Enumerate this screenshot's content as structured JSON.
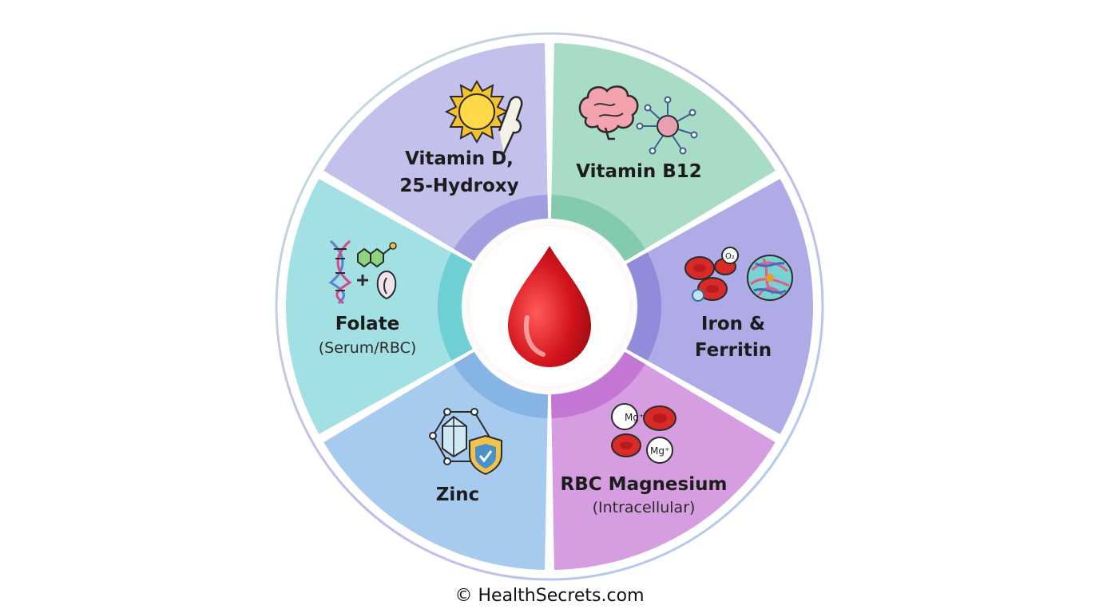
{
  "segments": [
    {
      "key": "vitd",
      "title_lines": [
        "Vitamin D,",
        "25-Hydroxy"
      ],
      "subtitle": "",
      "color": "#a8dcc7",
      "accent": "#7ec8a9",
      "icon": "sun-bone-icon"
    },
    {
      "key": "b12",
      "title_lines": [
        "Vitamin B12"
      ],
      "subtitle": "",
      "color": "#aeabe6",
      "accent": "#8a86d9",
      "icon": "brain-neuron-icon"
    },
    {
      "key": "iron",
      "title_lines": [
        "Iron &",
        "Ferritin"
      ],
      "subtitle": "",
      "color": "#d69ee0",
      "accent": "#bf6fd1",
      "icon": "red-cells-ferritin-icon"
    },
    {
      "key": "mg",
      "title_lines": [
        "RBC Magnesium"
      ],
      "subtitle": "(Intracellular)",
      "color": "#a7cbee",
      "accent": "#7fb0e3",
      "icon": "magnesium-cells-icon"
    },
    {
      "key": "zinc",
      "title_lines": [
        "Zinc"
      ],
      "subtitle": "",
      "color": "#a2e0e3",
      "accent": "#66cbd2",
      "icon": "crystal-shield-icon"
    },
    {
      "key": "folate",
      "title_lines": [
        "Folate"
      ],
      "subtitle": "(Serum/RBC)",
      "color": "#c3c0ec",
      "accent": "#9a96de",
      "icon": "dna-molecule-icon"
    }
  ],
  "center_icon": "blood-drop-icon",
  "copyright": "© HealthSecrets.com"
}
